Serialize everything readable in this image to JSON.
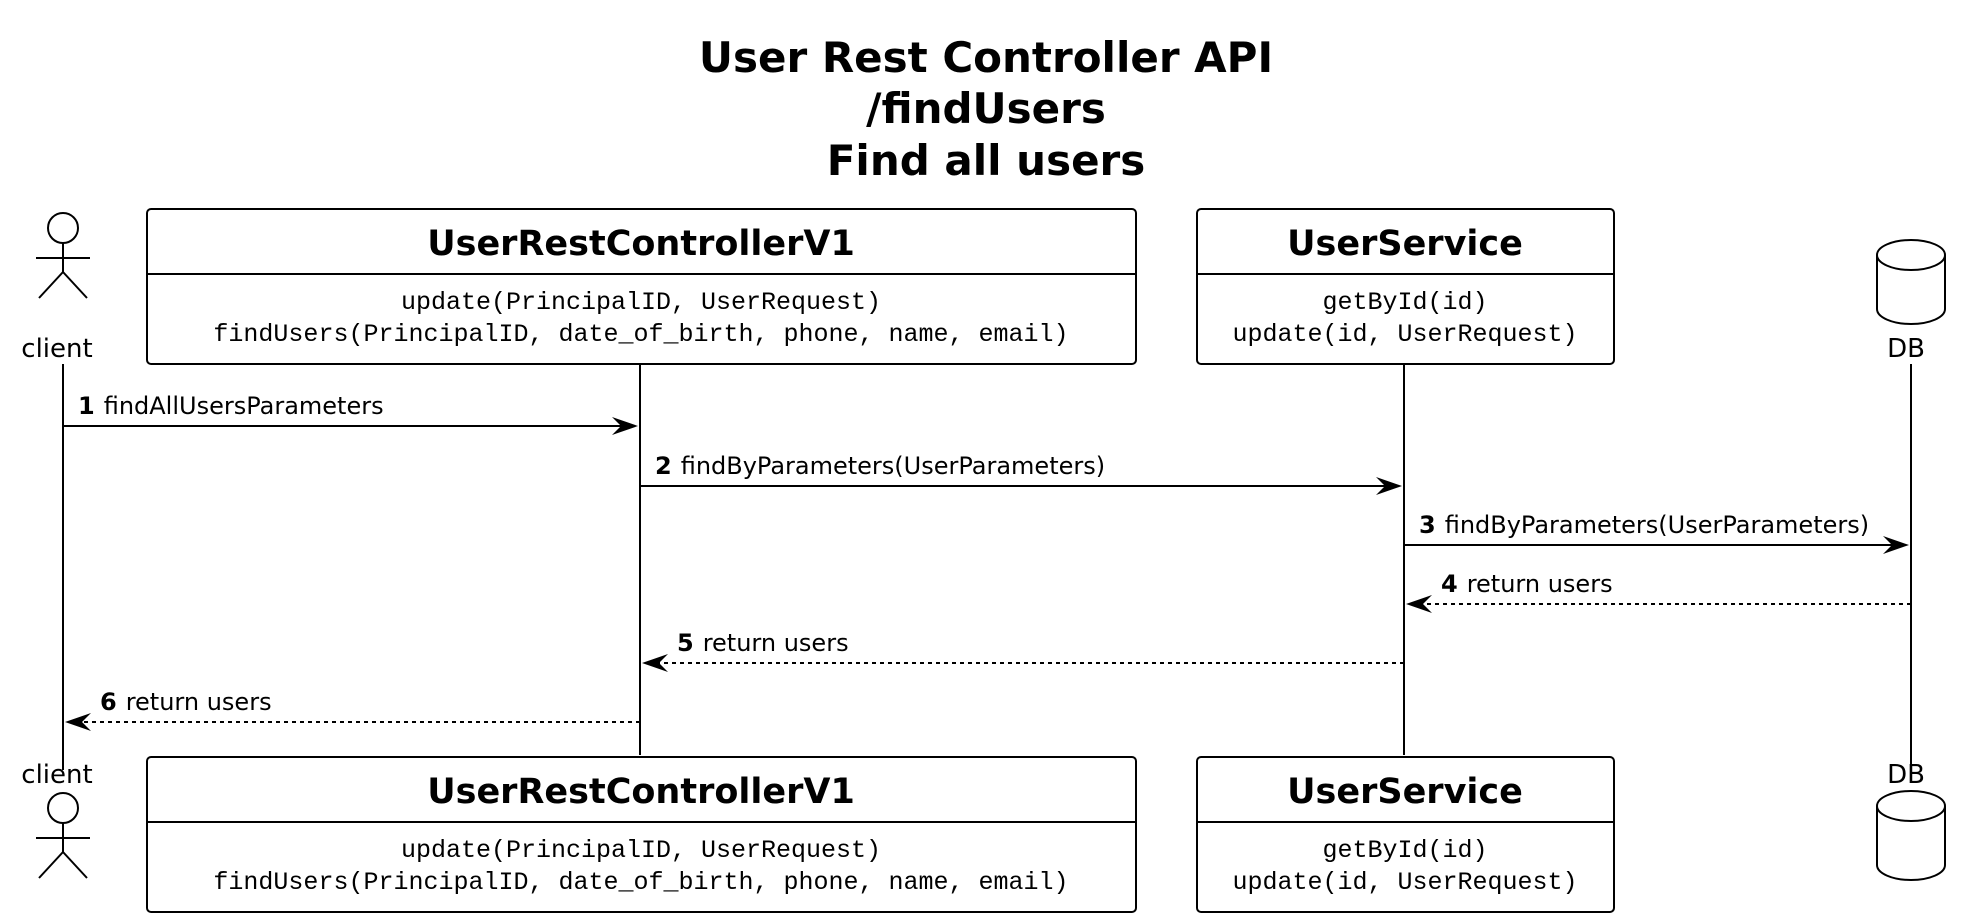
{
  "title": {
    "lines": [
      "User Rest Controller API",
      "/findUsers",
      "Find all users"
    ]
  },
  "participants": {
    "client": {
      "label": "client"
    },
    "controller": {
      "name": "UserRestControllerV1",
      "methods": [
        "update(PrincipalID, UserRequest)",
        "findUsers(PrincipalID, date_of_birth, phone, name, email)"
      ]
    },
    "service": {
      "name": "UserService",
      "methods": [
        "getById(id)",
        "update(id, UserRequest)"
      ]
    },
    "db": {
      "label": "DB"
    }
  },
  "messages": [
    {
      "num": "1",
      "label": "findAllUsersParameters",
      "from": "client",
      "to": "controller",
      "kind": "call"
    },
    {
      "num": "2",
      "label": "findByParameters(UserParameters)",
      "from": "controller",
      "to": "service",
      "kind": "call"
    },
    {
      "num": "3",
      "label": "findByParameters(UserParameters)",
      "from": "service",
      "to": "db",
      "kind": "call"
    },
    {
      "num": "4",
      "label": "return users",
      "from": "db",
      "to": "service",
      "kind": "return"
    },
    {
      "num": "5",
      "label": "return users",
      "from": "service",
      "to": "controller",
      "kind": "return"
    },
    {
      "num": "6",
      "label": "return users",
      "from": "controller",
      "to": "client",
      "kind": "return"
    }
  ]
}
